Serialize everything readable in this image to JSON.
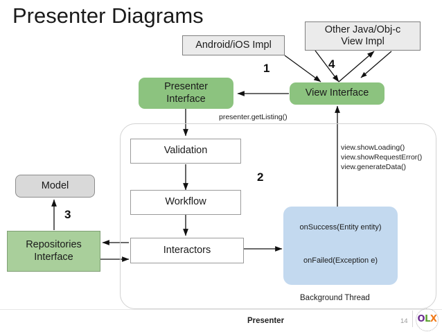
{
  "slide": {
    "title": "Presenter Diagrams",
    "footer_title": "Presenter",
    "page_number": "14",
    "logo": {
      "o": "O",
      "l": "L",
      "x": "X"
    }
  },
  "colors": {
    "green_fill": "#8cc37f",
    "green_sq_fill": "#a9cf9b",
    "grey_fill": "#ebebeb",
    "grey_round_fill": "#d9d9d9",
    "blue_fill": "#c3d9ef",
    "white_fill": "#ffffff",
    "border": "#7f7f7f",
    "container_border": "#d2d2d2",
    "text": "#1a1a1a",
    "logo_purple": "#6a2c8f",
    "logo_green": "#5aa02c",
    "logo_orange": "#f07a1a"
  },
  "nodes": {
    "android_ios_impl": {
      "label": "Android/iOS Impl"
    },
    "other_view_impl": {
      "line1": "Other Java/Obj-c",
      "line2": "View Impl"
    },
    "presenter_interface": {
      "line1": "Presenter",
      "line2": "Interface"
    },
    "view_interface": {
      "label": "View Interface"
    },
    "validation": {
      "label": "Validation"
    },
    "workflow": {
      "label": "Workflow"
    },
    "interactors": {
      "label": "Interactors"
    },
    "model": {
      "label": "Model"
    },
    "repositories_interface": {
      "line1": "Repositories",
      "line2": "Interface"
    },
    "background_callbacks": {
      "on_success": "onSuccess(Entity entity)",
      "on_failed": "onFailed(Exception e)"
    }
  },
  "annotations": {
    "presenter_get_listing": "presenter.getListing()",
    "view_calls_line1": "view.showLoading()",
    "view_calls_line2": "view.showRequestError()",
    "view_calls_line3": "view.generateData()",
    "background_thread_caption": "Background Thread"
  },
  "steps": {
    "one": "1",
    "two": "2",
    "three": "3",
    "four": "4"
  }
}
